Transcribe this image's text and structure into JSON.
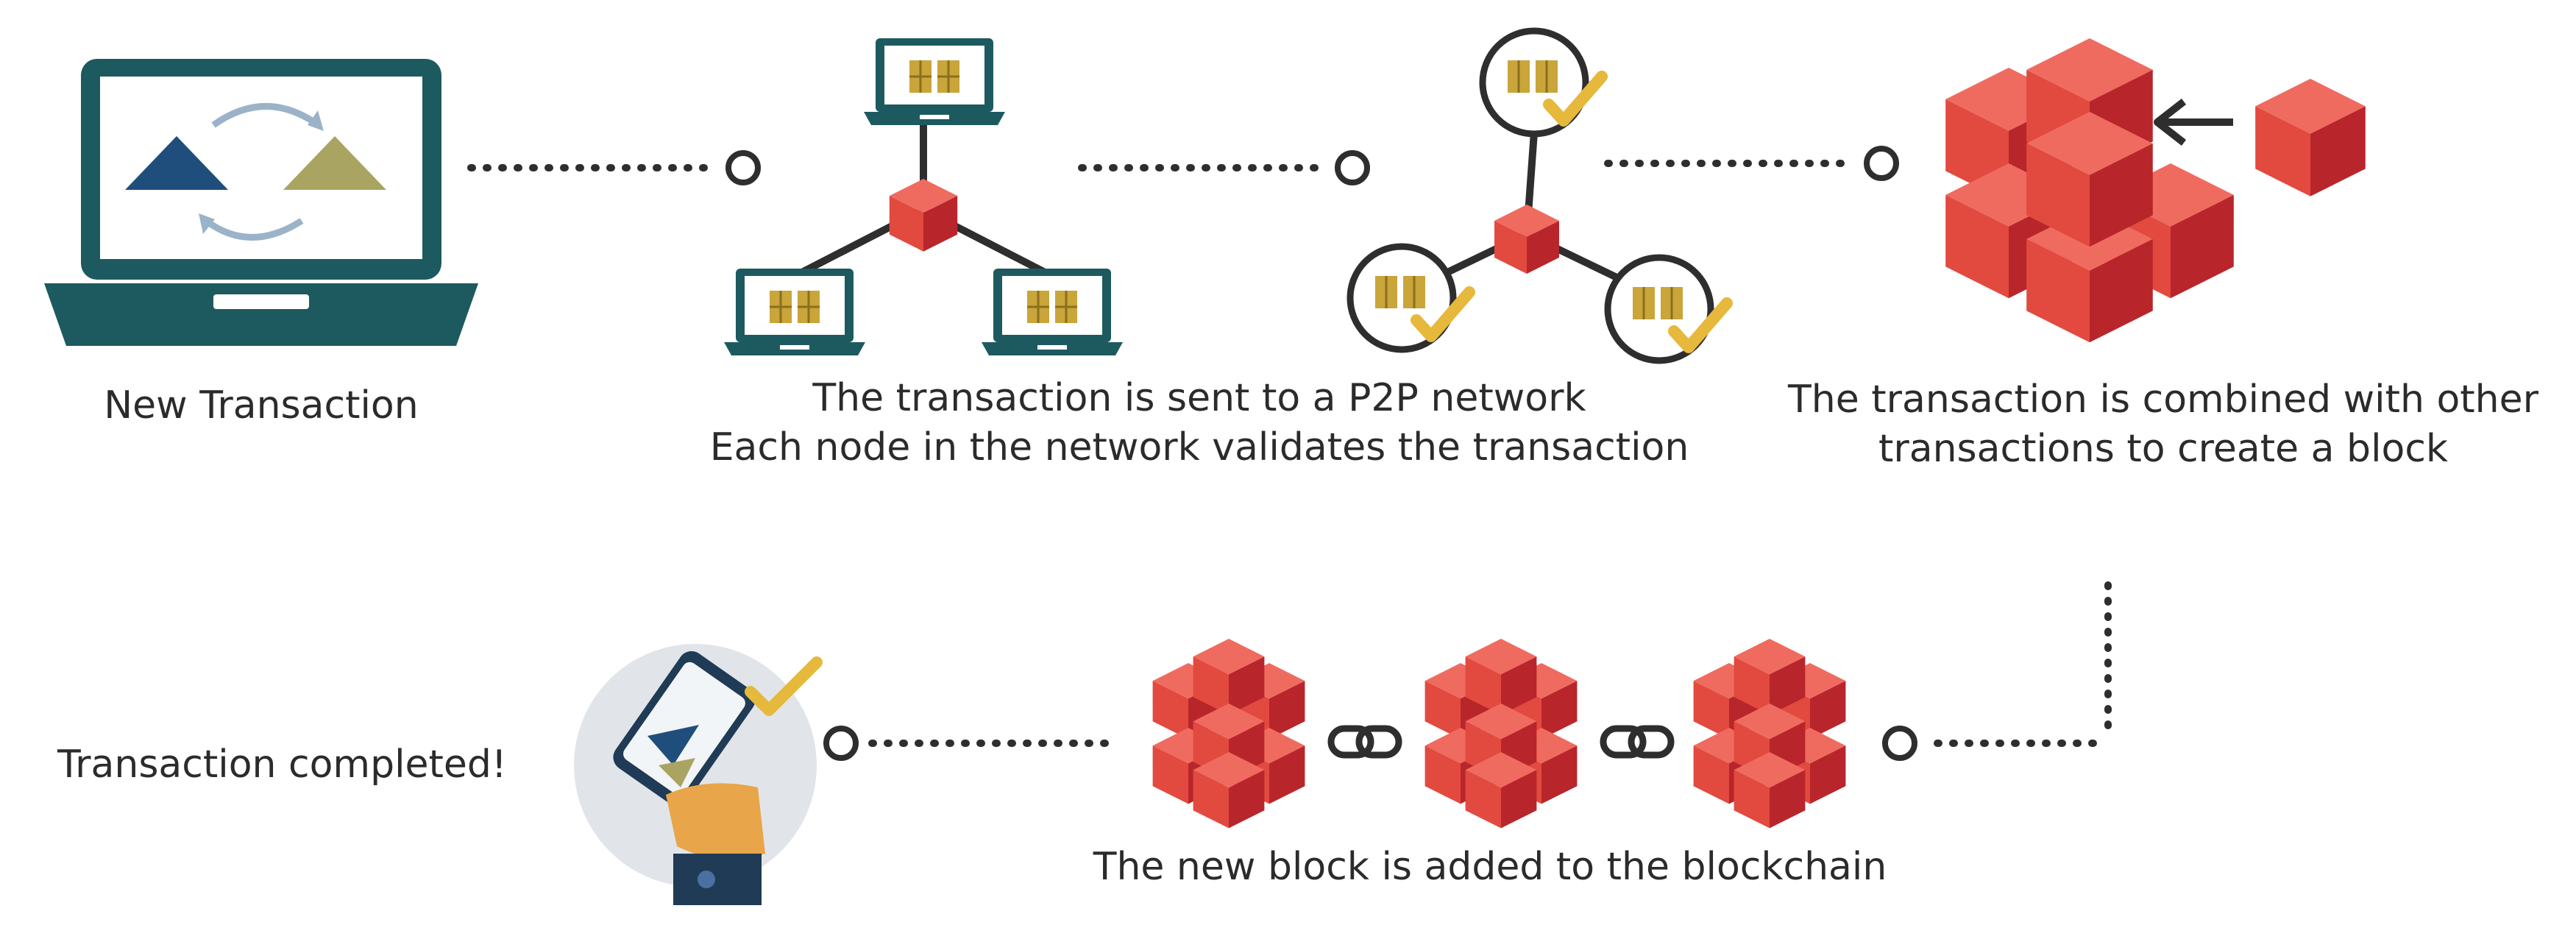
{
  "labels": {
    "new_transaction": "New Transaction",
    "p2p_line1": "The transaction is sent to a P2P network",
    "p2p_line2": "Each node in the network validates the transaction",
    "block_line1": "The transaction is combined with other",
    "block_line2": "transactions to create a block",
    "blockchain": "The new block is added to the blockchain",
    "completed": "Transaction completed!"
  },
  "icons": {
    "laptop": "laptop-icon",
    "network": "p2p-network-icon",
    "validated_network": "validated-network-icon",
    "block": "block-cubes-icon",
    "chain": "blockchain-icon",
    "phone": "phone-check-icon"
  },
  "colors": {
    "laptop": "#1d5a5f",
    "triangle_blue": "#1f4e7d",
    "triangle_olive": "#a9a462",
    "arrow_light": "#9bb3c9",
    "cube_front": "#e24a3f",
    "cube_side": "#b8262b",
    "cube_top": "#f06b5f",
    "check": "#e6b83c",
    "chip": "#c9a53a",
    "dots": "#2e2e2e",
    "text": "#2b2b2b"
  }
}
